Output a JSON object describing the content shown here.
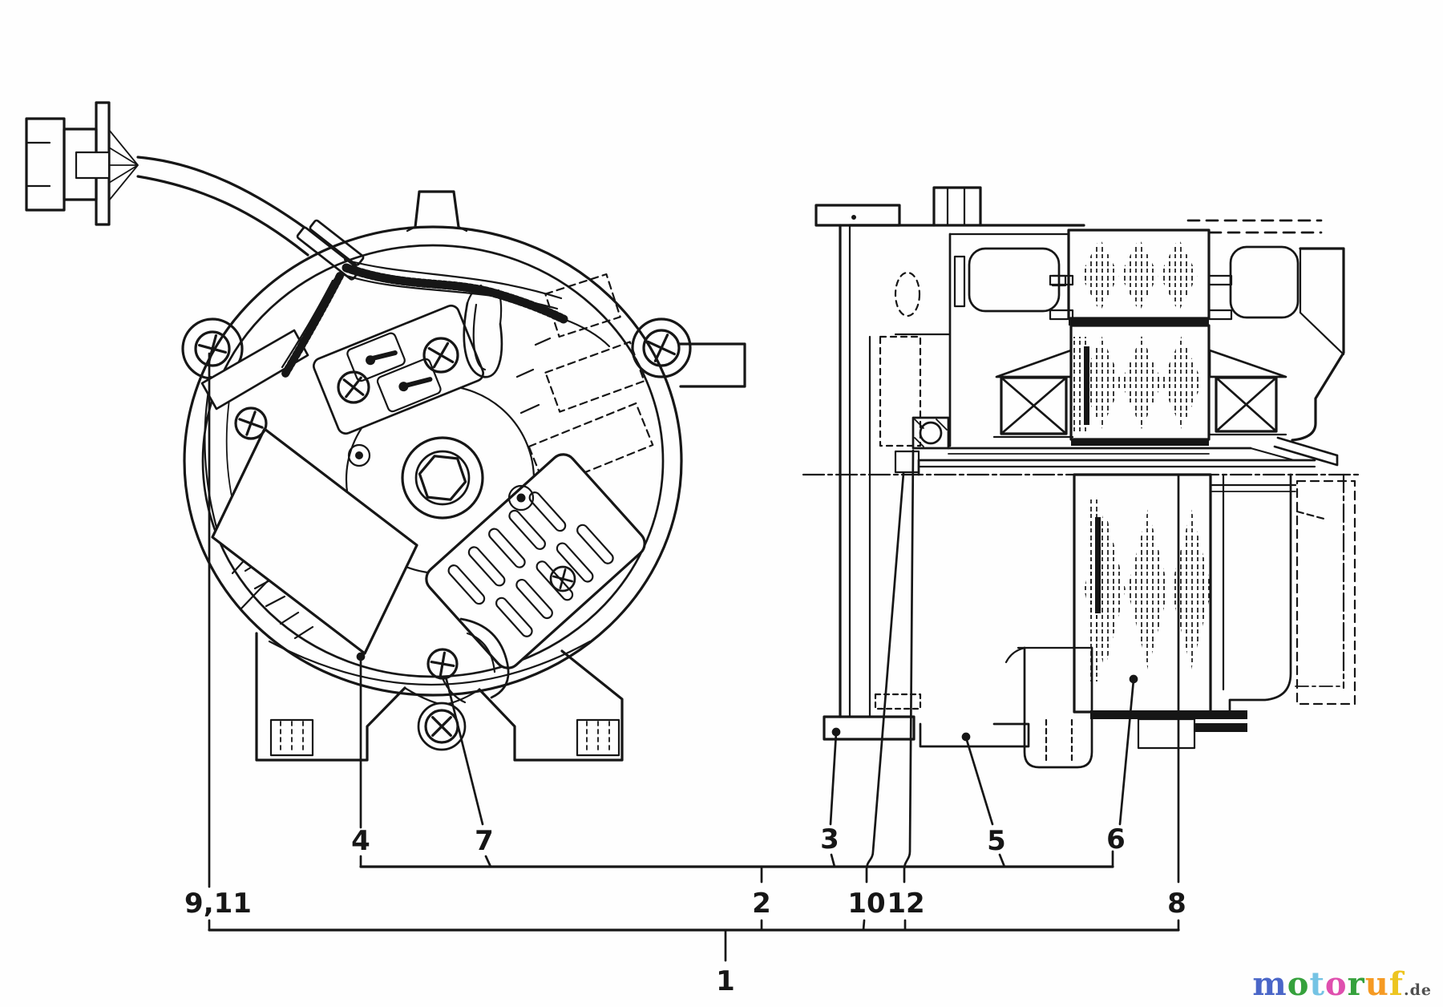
{
  "figure": {
    "type": "exploded-parts-line-drawing",
    "views": [
      "alternator-front-view",
      "alternator-cross-section-view"
    ],
    "ink_color": "#161616",
    "paper_color": "#fefefe"
  },
  "callouts": {
    "n1": "1",
    "n2": "2",
    "n3": "3",
    "n4": "4",
    "n5": "5",
    "n6": "6",
    "n7": "7",
    "n8": "8",
    "n9_11": "9,11",
    "n10": "10",
    "n12": "12"
  },
  "logo": {
    "letters": [
      {
        "ch": "m",
        "color": "#4a66c8"
      },
      {
        "ch": "o",
        "color": "#35a13c"
      },
      {
        "ch": "t",
        "color": "#74c3e4"
      },
      {
        "ch": "o",
        "color": "#df4fae"
      },
      {
        "ch": "r",
        "color": "#35a13c"
      },
      {
        "ch": "u",
        "color": "#f59a23"
      },
      {
        "ch": "f",
        "color": "#edc520"
      }
    ],
    "suffix": ".de",
    "suffix_color": "#4f4f4f"
  }
}
